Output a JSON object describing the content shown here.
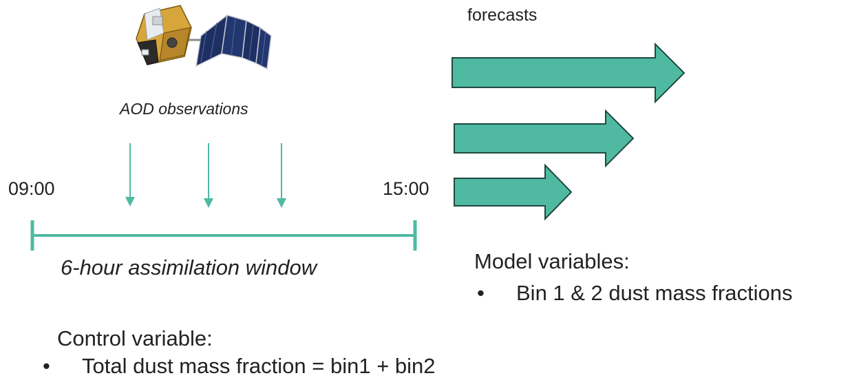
{
  "colors": {
    "accent": "#4fb9a2",
    "arrow_fill": "#4fb9a2",
    "arrow_stroke": "#1f4a3f",
    "text": "#222222"
  },
  "icons": {
    "satellite": "satellite-icon"
  },
  "labels": {
    "forecasts": "forecasts",
    "aod_observations": "AOD observations",
    "start_time": "09:00",
    "end_time": "15:00",
    "window": "6-hour assimilation window"
  },
  "model_variables": {
    "heading": "Model variables:",
    "bullet": "•",
    "items": [
      "Bin 1 & 2 dust mass fractions"
    ]
  },
  "control_variable": {
    "heading": "Control variable:",
    "bullet": "•",
    "items": [
      "Total dust mass fraction = bin1 + bin2"
    ]
  }
}
